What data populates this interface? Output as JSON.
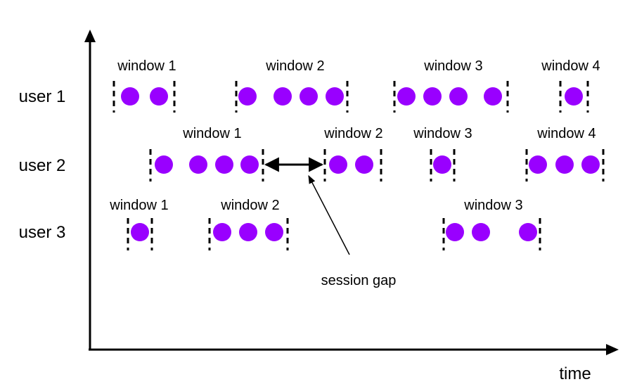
{
  "axis": {
    "x_label": "time"
  },
  "colors": {
    "event": "#9900ff",
    "line": "#000000"
  },
  "users": [
    {
      "label": "user 1",
      "windows": [
        {
          "label": "window 1",
          "events": 2
        },
        {
          "label": "window 2",
          "events": 4
        },
        {
          "label": "window 3",
          "events": 4
        },
        {
          "label": "window 4",
          "events": 1
        }
      ]
    },
    {
      "label": "user 2",
      "windows": [
        {
          "label": "window 1",
          "events": 4
        },
        {
          "label": "window 2",
          "events": 2
        },
        {
          "label": "window 3",
          "events": 1
        },
        {
          "label": "window 4",
          "events": 3
        }
      ]
    },
    {
      "label": "user 3",
      "windows": [
        {
          "label": "window 1",
          "events": 1
        },
        {
          "label": "window 2",
          "events": 3
        },
        {
          "label": "window 3",
          "events": 3
        }
      ]
    }
  ],
  "annotation": {
    "label": "session gap"
  }
}
